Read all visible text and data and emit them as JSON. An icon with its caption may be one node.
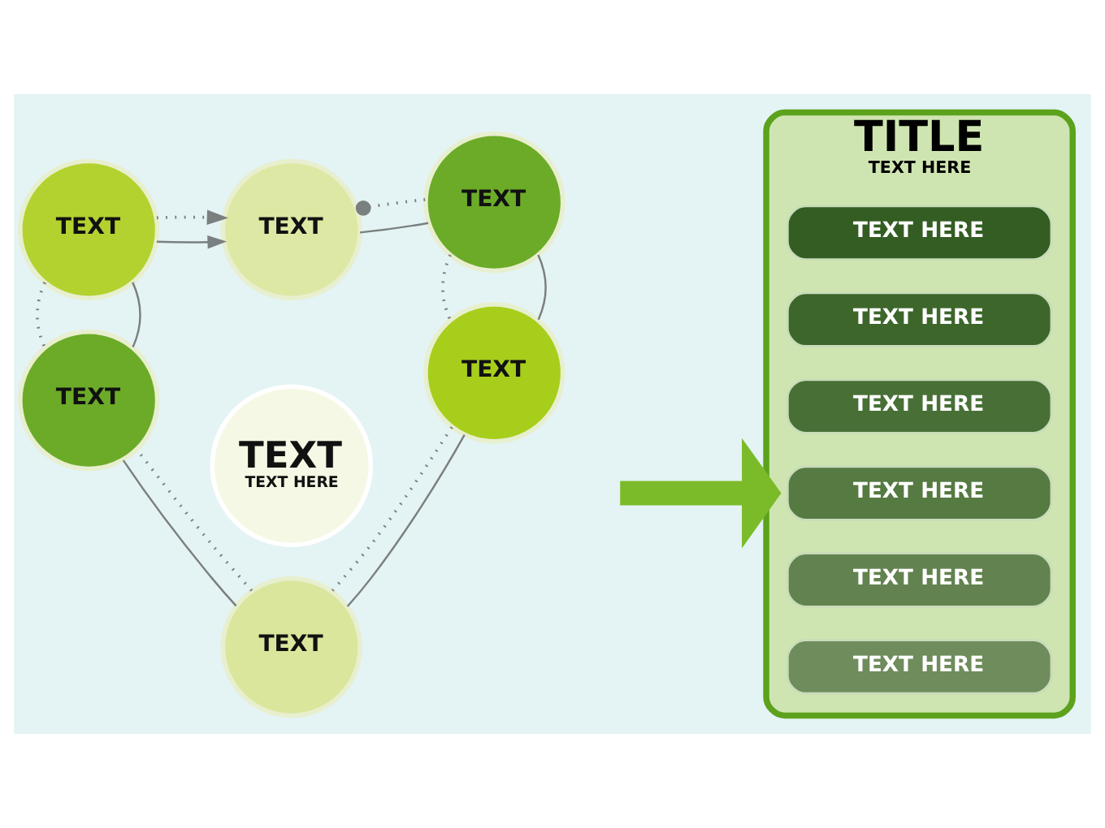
{
  "diagram": {
    "nodes": [
      {
        "text": [
          "TEXT"
        ]
      },
      {
        "text": [
          "TEXT"
        ]
      },
      {
        "text": [
          "TEXT"
        ]
      },
      {
        "text": [
          "TEXT",
          "TEXT HERE"
        ]
      },
      {
        "text": [
          "TEXT"
        ]
      },
      {
        "text": [
          "TEXT"
        ]
      },
      {
        "text": [
          "TEXT"
        ]
      },
      {
        "text": [
          "TITLE",
          "TEXT HERE"
        ]
      },
      {
        "text": [
          "TEXT HERE"
        ],
        "in": 7
      },
      {
        "text": [
          "TEXT HERE"
        ],
        "in": 7
      },
      {
        "text": [
          "TEXT HERE"
        ],
        "in": 7
      },
      {
        "text": [
          "TEXT HERE"
        ],
        "in": 7
      },
      {
        "text": [
          "TEXT HERE"
        ],
        "in": 7
      },
      {
        "text": [
          "TEXT HERE"
        ],
        "in": 7
      }
    ],
    "edges": [
      {
        "from": 1,
        "to": 0,
        "arrow": "to"
      },
      {
        "from": 1,
        "to": 0,
        "arrow": "to",
        "style": "dashed"
      },
      {
        "from": 0,
        "to": 2,
        "arrow": "none"
      },
      {
        "from": 2,
        "to": 0,
        "arrow": "other",
        "style": "dashed"
      },
      {
        "from": 2,
        "to": 5,
        "arrow": "none"
      },
      {
        "from": 2,
        "to": 5,
        "arrow": "none",
        "style": "dashed"
      },
      {
        "from": 5,
        "to": 6,
        "arrow": "none"
      },
      {
        "from": 5,
        "to": 6,
        "arrow": "none",
        "style": "dashed"
      },
      {
        "from": 6,
        "to": 4,
        "arrow": "none"
      },
      {
        "from": 6,
        "to": 4,
        "arrow": "none",
        "style": "dashed"
      },
      {
        "from": 1,
        "to": 4,
        "arrow": "none"
      },
      {
        "from": 1,
        "to": 4,
        "arrow": "none",
        "style": "dashed"
      },
      {
        "from": null,
        "to": 7,
        "arrow": "to",
        "style": "thick",
        "color": "#7bbb2a"
      }
    ]
  }
}
